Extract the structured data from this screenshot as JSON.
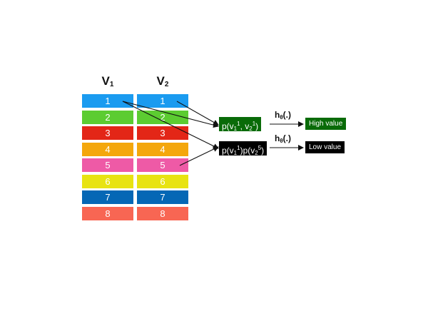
{
  "headers": {
    "v1": {
      "main": "V",
      "sub": "1"
    },
    "v2": {
      "main": "V",
      "sub": "2"
    }
  },
  "rows": [
    {
      "label": "1",
      "color": "#1a9bf0"
    },
    {
      "label": "2",
      "color": "#5ccc31"
    },
    {
      "label": "3",
      "color": "#e32617"
    },
    {
      "label": "4",
      "color": "#f4a70c"
    },
    {
      "label": "5",
      "color": "#ee5aa6"
    },
    {
      "label": "6",
      "color": "#e8e312"
    },
    {
      "label": "7",
      "color": "#0567b5"
    },
    {
      "label": "8",
      "color": "#f86653"
    }
  ],
  "joint": {
    "p": "p(",
    "v": "v",
    "sub1": "1",
    "sup1": "1",
    "comma": ", ",
    "sub2": "2",
    "sup2": "1",
    "close": ")",
    "color": "#096b08"
  },
  "product": {
    "p1": "p(",
    "v1": "v",
    "sub1": "1",
    "sup1": "1",
    "close1": ")",
    "p2": "p(",
    "v2": "v",
    "sub2": "2",
    "sup2": "5",
    "close2": ")",
    "color": "#000000"
  },
  "h_function": {
    "main": "h",
    "sub": "θ",
    "args": "(.)"
  },
  "high_value": {
    "label": "High value",
    "color": "#096b08"
  },
  "low_value": {
    "label": "Low value",
    "color": "#000000"
  }
}
